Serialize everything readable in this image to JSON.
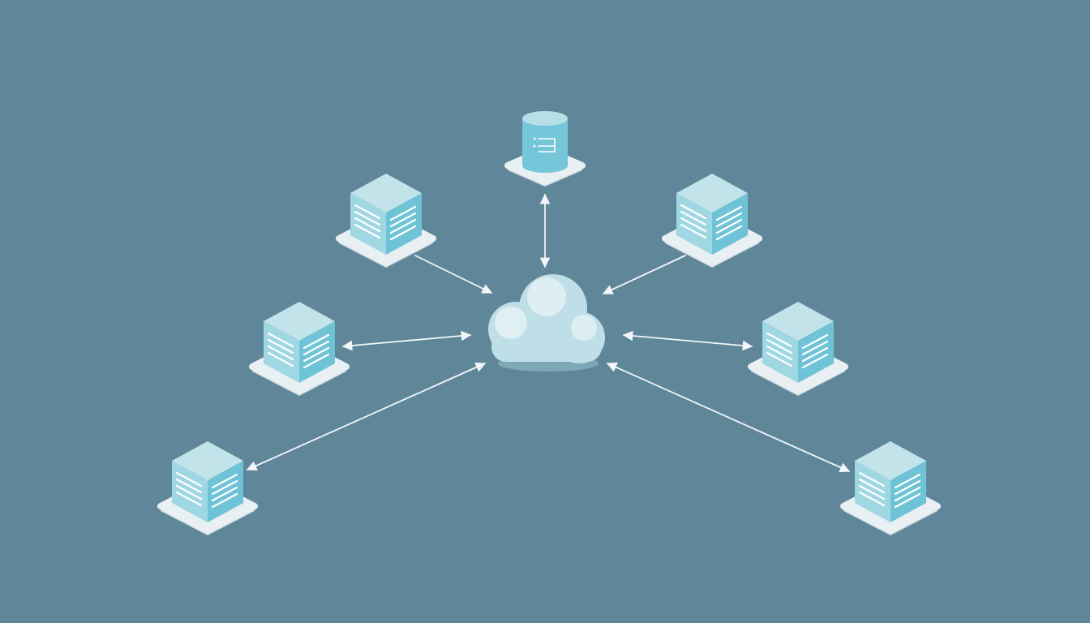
{
  "colors": {
    "background": "#5f8799",
    "platform": "#e9f0f3",
    "platform_edge": "#cddbe1",
    "cube_top": "#c3e3ea",
    "cube_left": "#9fd7e3",
    "cube_right": "#6fc3d6",
    "cube_line": "#ffffff",
    "cloud": "#bfdfe8",
    "cloud_highlight": "#e4f2f6",
    "cloud_shadow": "#a7d0dc",
    "arrow": "#f2f6f8",
    "cylinder_top": "#b8dfe8",
    "cylinder_body": "#74c6d8"
  },
  "diagram": {
    "hub": {
      "id": "cloud",
      "icon": "cloud-icon"
    },
    "nodes": [
      {
        "id": "database",
        "icon": "database-icon"
      },
      {
        "id": "server-top-left",
        "icon": "server-icon"
      },
      {
        "id": "server-top-right",
        "icon": "server-icon"
      },
      {
        "id": "server-mid-left",
        "icon": "server-icon"
      },
      {
        "id": "server-mid-right",
        "icon": "server-icon"
      },
      {
        "id": "server-bottom-left",
        "icon": "server-icon"
      },
      {
        "id": "server-bottom-right",
        "icon": "server-icon"
      }
    ],
    "links": [
      {
        "from": "database",
        "to": "cloud",
        "direction": "both"
      },
      {
        "from": "server-top-left",
        "to": "cloud",
        "direction": "forward"
      },
      {
        "from": "server-top-right",
        "to": "cloud",
        "direction": "forward"
      },
      {
        "from": "server-mid-left",
        "to": "cloud",
        "direction": "both"
      },
      {
        "from": "server-mid-right",
        "to": "cloud",
        "direction": "both"
      },
      {
        "from": "server-bottom-left",
        "to": "cloud",
        "direction": "both"
      },
      {
        "from": "server-bottom-right",
        "to": "cloud",
        "direction": "both"
      }
    ]
  }
}
